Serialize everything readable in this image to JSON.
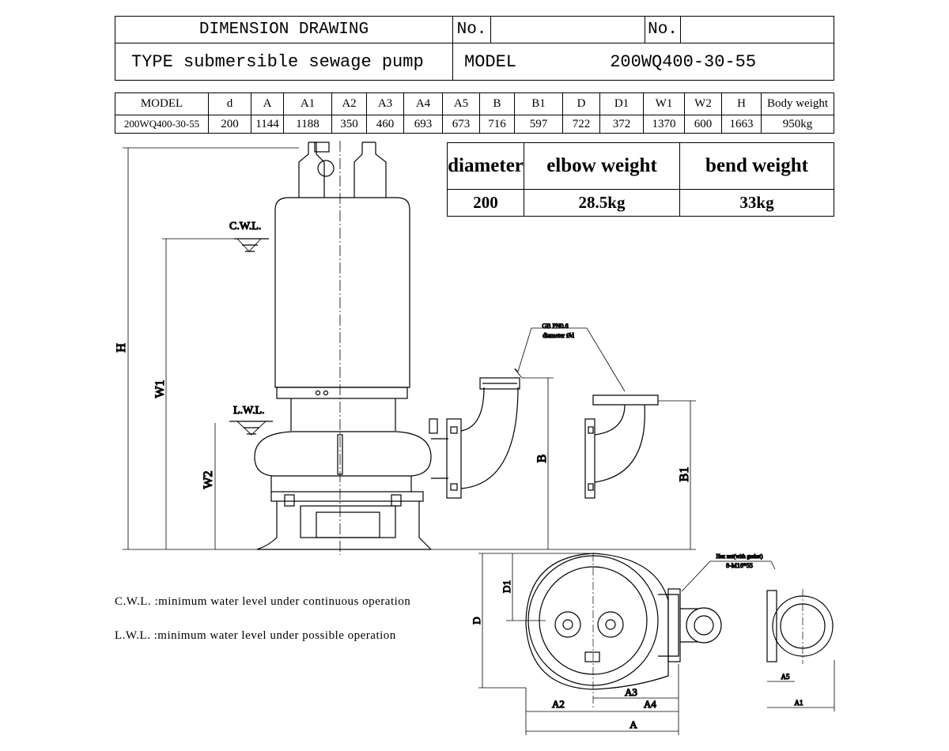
{
  "header": {
    "title": "DIMENSION DRAWING",
    "no_label_1": "No.",
    "no_value_1": "",
    "no_label_2": "No.",
    "no_value_2": "",
    "type_text": "TYPE submersible sewage pump",
    "model_label": "MODEL",
    "model_value": "200WQ400-30-55"
  },
  "spec_table": {
    "headers": [
      "MODEL",
      "d",
      "A",
      "A1",
      "A2",
      "A3",
      "A4",
      "A5",
      "B",
      "B1",
      "D",
      "D1",
      "W1",
      "W2",
      "H",
      "Body weight"
    ],
    "values": [
      "200WQ400-30-55",
      "200",
      "1144",
      "1188",
      "350",
      "460",
      "693",
      "673",
      "716",
      "597",
      "722",
      "372",
      "1370",
      "600",
      "1663",
      "950kg"
    ]
  },
  "weight_table": {
    "headers": [
      "diameter",
      "elbow weight",
      "bend weight"
    ],
    "values": [
      "200",
      "28.5kg",
      "33kg"
    ]
  },
  "drawing": {
    "cwl": "C.W.L.",
    "lwl": "L.W.L.",
    "dim_H": "H",
    "dim_W1": "W1",
    "dim_W2": "W2",
    "dim_B": "B",
    "dim_B1": "B1",
    "dim_D": "D",
    "dim_D1": "D1",
    "dim_A": "A",
    "dim_A1": "A1",
    "dim_A2": "A2",
    "dim_A3": "A3",
    "dim_A4": "A4",
    "dim_A5": "A5",
    "flange_note_1": "GB PN0.6",
    "flange_note_2": "diameter Ød",
    "bolt_note_1": "Hex nut(with gasket)",
    "bolt_note_2": "8-M16*55"
  },
  "notes": [
    "C.W.L. :minimum water level under continuous operation",
    "L.W.L. :minimum water level under possible operation"
  ]
}
